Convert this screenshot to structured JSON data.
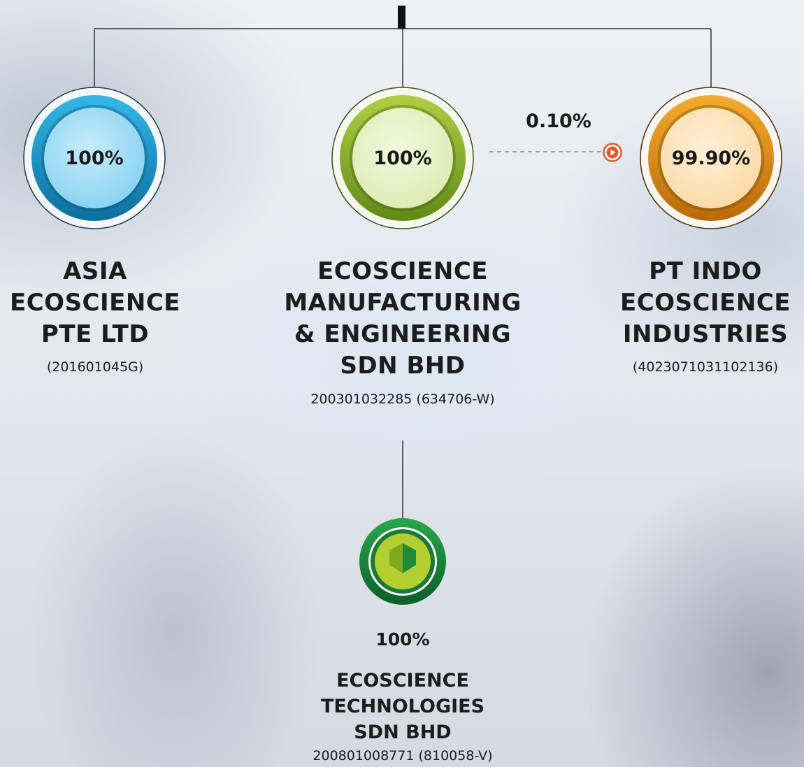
{
  "ownership": "0.10%",
  "companies": [
    {
      "name": "ASIA ECOSCIENCE PTE LTD",
      "name_lines": [
        "ASIA",
        "ECOSCIENCE",
        "PTE LTD"
      ],
      "stake": "100%",
      "registration": "(201601045G)",
      "color": "#1aa3d9"
    },
    {
      "name": "ECOSCIENCE MANUFACTURING & ENGINEERING SDN BHD",
      "name_lines": [
        "ECOSCIENCE",
        "MANUFACTURING",
        "& ENGINEERING",
        "SDN BHD"
      ],
      "stake": "100%",
      "registration": "200301032285 (634706-W)",
      "color": "#8fb52a"
    },
    {
      "name": "PT INDO ECOSCIENCE INDUSTRIES",
      "name_lines": [
        "PT INDO",
        "ECOSCIENCE",
        "INDUSTRIES"
      ],
      "stake": "99.90%",
      "registration": "(4023071031102136)",
      "color": "#e8941a"
    }
  ],
  "subsidiary": {
    "stake": "100%",
    "name": "ECOSCIENCE TECHNOLOGIES SDN BHD",
    "name_lines": [
      "ECOSCIENCE",
      "TECHNOLOGIES",
      "SDN BHD"
    ],
    "registration": "200801008771 (810058-V)",
    "color": "#1e8c3c",
    "icon": "leaf-shield-icon"
  },
  "icons": {
    "arrow": "play-arrow-icon"
  }
}
